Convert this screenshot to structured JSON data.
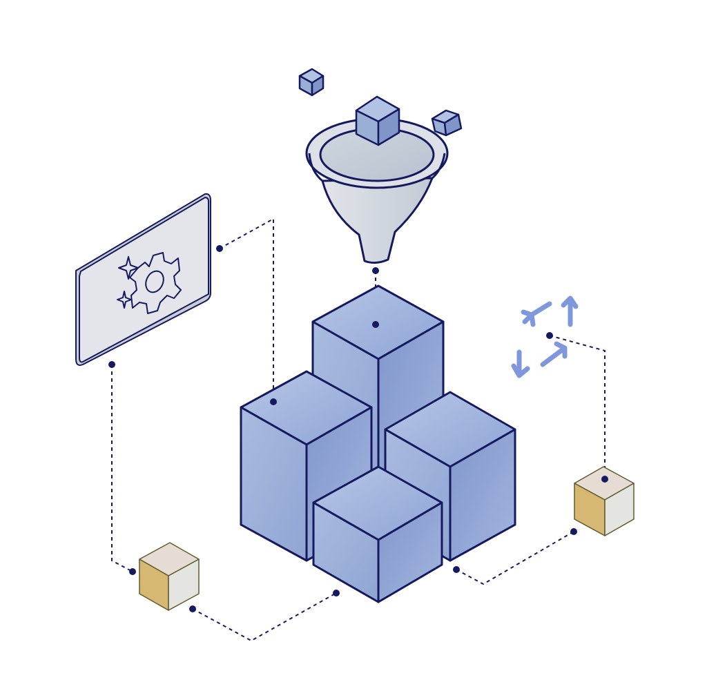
{
  "illustration": {
    "kind": "isometric-data-pipeline",
    "elements": [
      "funnel-icon",
      "stacked-blocks",
      "settings-panel",
      "gear-icon",
      "sparkle-icon",
      "refresh-arrows-icon",
      "small-cube",
      "connector-line"
    ]
  },
  "colors": {
    "outline": "#15195e",
    "block_fill": "#9aafd6",
    "block_fill_dark": "#8096c9",
    "block_fill_light": "#b2c2e2",
    "funnel_fill": "#d3d8df",
    "funnel_inner": "#bcc6d2",
    "panel_fill": "#e3e5ea",
    "arrows": "#7f98dc",
    "cube_tan": "#d6b872",
    "cube_top": "#e7dcd3",
    "cube_side": "#e4e4e1",
    "cube_stroke": "#5d5a2c",
    "background": "#ffffff"
  }
}
